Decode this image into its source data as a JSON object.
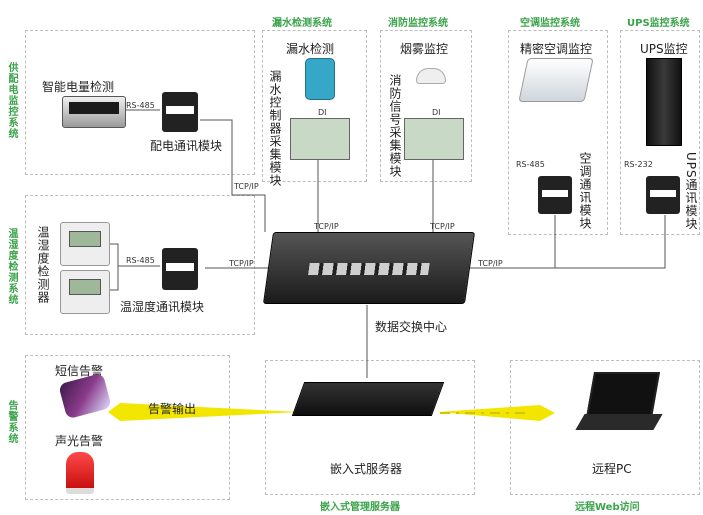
{
  "groups": {
    "power": "供配电监控系统",
    "temp_humidity": "温湿度检测系统",
    "alarm": "告警系统",
    "leak": "漏水检测系统",
    "fire": "消防监控系统",
    "ac": "空调监控系统",
    "ups": "UPS监控系统",
    "server": "嵌入式管理服务器",
    "web": "远程Web访问"
  },
  "labels": {
    "power_meter": "智能电量检测",
    "power_module": "配电通讯模块",
    "leak_detect": "漏水检测",
    "leak_module": "漏水控制器采集模块",
    "smoke_detect": "烟雾监控",
    "fire_module": "消防信号采集模块",
    "precision_ac": "精密空调监控",
    "ac_module": "空调通讯模块",
    "ups_monitor": "UPS监控",
    "ups_module": "UPS通讯模块",
    "th_sensor": "温湿度检测器",
    "th_module": "温湿度通讯模块",
    "switch_center": "数据交换中心",
    "sms_alarm": "短信告警",
    "sound_light_alarm": "声光告警",
    "alarm_output": "告警输出",
    "embedded_server": "嵌入式服务器",
    "remote_pc": "远程PC"
  },
  "links": {
    "rs485": "RS-485",
    "rs232": "RS-232",
    "tcpip": "TCP/IP",
    "di": "DI"
  },
  "colors": {
    "group_title": "#3aa34a",
    "wire": "#555555",
    "arrow": "#f2e600",
    "dashed_border": "#bdbdbd"
  }
}
